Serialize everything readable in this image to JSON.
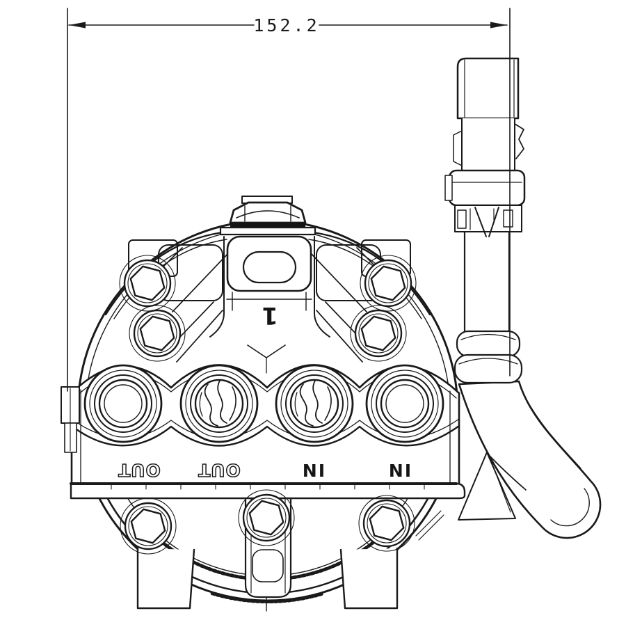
{
  "drawing": {
    "background": "#ffffff",
    "line_color": "#1a1a1a",
    "dimension": {
      "value": "152.2"
    },
    "marking": {
      "value": "1"
    },
    "ports": {
      "labels": [
        "OUT",
        "OUT",
        "IN",
        "IN"
      ]
    }
  }
}
